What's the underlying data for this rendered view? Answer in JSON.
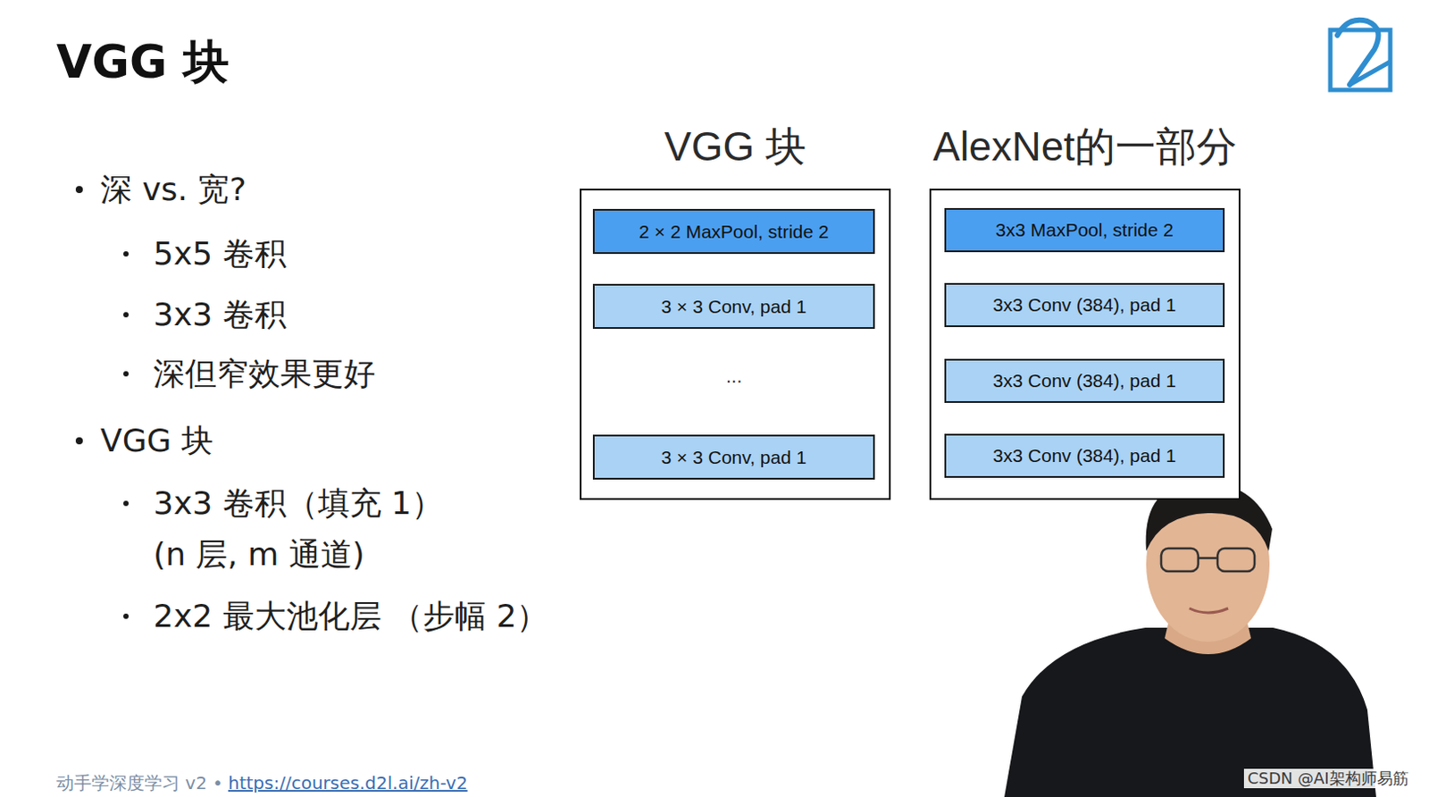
{
  "diagram": {
    "title": "VGG 块",
    "nodes": [
      {
        "text": [
          "VGG 块"
        ]
      },
      {
        "text": [
          "2 × 2 MaxPool, stride 2"
        ],
        "in": 0
      },
      {
        "text": [
          "3 × 3 Conv, pad 1"
        ],
        "in": 0
      },
      {
        "text": [
          "3 × 3 Conv, pad 1"
        ],
        "in": 0
      },
      {
        "text": [
          "AlexNet的一部分"
        ]
      },
      {
        "text": [
          "3x3 MaxPool, stride 2"
        ],
        "in": 4
      },
      {
        "text": [
          "3x3 Conv (384), pad 1"
        ],
        "in": 4
      },
      {
        "text": [
          "3x3 Conv (384), pad 1"
        ],
        "in": 4
      },
      {
        "text": [
          "3x3 Conv (384), pad 1"
        ],
        "in": 4
      }
    ],
    "edges": [
      {
        "from": 2,
        "to": 1,
        "arrow": "to"
      },
      {
        "from": 3,
        "to": 2,
        "label": "...",
        "arrow": "to"
      },
      {
        "from": 6,
        "to": 5,
        "arrow": "to"
      },
      {
        "from": 7,
        "to": 6,
        "arrow": "to"
      },
      {
        "from": 8,
        "to": 7,
        "arrow": "to"
      }
    ],
    "labels": [
      "深 vs. 宽?",
      "5x5 卷积",
      "3x3 卷积",
      "深但窄效果更好",
      "VGG 块",
      "3x3 卷积（填充 1） (n 层, m 通道)",
      "2x2 最大池化层 （步幅 2）",
      "动手学深度学习 v2 •",
      "https://courses.d2l.ai/zh-v2",
      "CSDN @AI架构师易筋"
    ]
  }
}
